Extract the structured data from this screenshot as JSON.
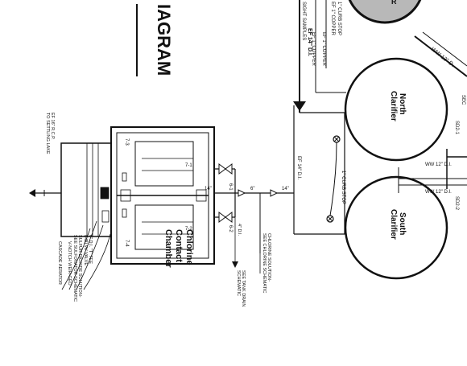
{
  "title_fragment": "IAGRAM",
  "clarifiers": {
    "north": [
      "North",
      "Clarifier"
    ],
    "south": [
      "South",
      "Clarifier"
    ]
  },
  "chamber": [
    "Chlorine",
    "Contact",
    "Chamber"
  ],
  "cells": [
    "7-1",
    "7-2",
    "7-3",
    "7-4"
  ],
  "valves": [
    "6-1",
    "6-2"
  ],
  "notes": {
    "curb_stop_top": "1\" CURB STOP",
    "copper_1": "EF 1\" COPPER",
    "copper_2": "EF 1\" COPPER",
    "samples": "SIGHT SAMPLES",
    "ef_14_dl": "EF 14\" D.I.",
    "ww_12_dl_diag": "WW 12\" D.",
    "ww_12_dl_1": "WW 12\" D.I.",
    "ww_12_dl_2": "WW 12\" D.I.",
    "curb_stop_mid": "1\" CURB STOP",
    "ef_14_dl_mid": "EF 14\" D.I.",
    "pipe_14": "14\"",
    "pipe_6": "6\"",
    "pipe_14b": "14\"",
    "chlorine_solution": "CHLORINE SOLUTION-",
    "chlorine_schematic": "SEE CHLORINE SCHEMATIC",
    "do_4": "4\" D.I.",
    "tank_drain": "SEE TANK DRAIN",
    "tank_drain_2": "SCHEMATIC",
    "to_lake": "EF 16\" R.C.P.",
    "to_lake_2": "TO SETTLING LAKE",
    "tee": "6\" D.I. \"T\" TEE",
    "tee_2": "(HB) W/ VALVE",
    "sulfur": "SULFUR DIOXIDE SOLUTION-",
    "sulfur_2": "SEE SULFONATOR SCHEMATIC",
    "vnotch": "V-NOTCH WEIR-GEO",
    "cascade": "CASCADE AERATOR",
    "sd_1": "SD2-1",
    "sd_2": "SD2-2",
    "north_mark": "R",
    "edge_mark": "SEC"
  },
  "colors": {
    "ink": "#111111",
    "tank_fill": "#b8b8b8"
  }
}
